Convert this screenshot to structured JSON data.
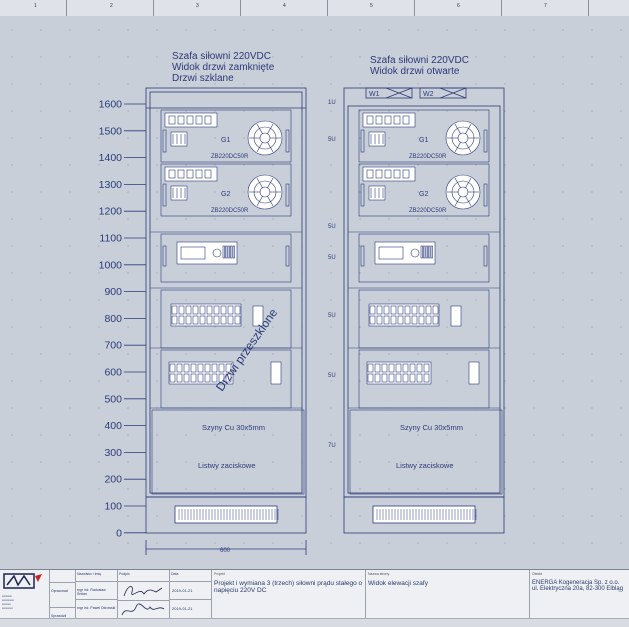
{
  "left_cabinet": {
    "title_line1": "Szafa siłowni 220VDC",
    "title_line2": "Widok drzwi zamknięte",
    "title_line3": "Drzwi szklane",
    "glass_label": "Drzwi przeszklone",
    "width_label": "600"
  },
  "right_cabinet": {
    "title_line1": "Szafa siłowni 220VDC",
    "title_line2": "Widok drzwi otwarte",
    "fan_w1": "W1",
    "fan_w2": "W2"
  },
  "modules": {
    "g1": "G1",
    "g2": "G2",
    "rectifier_model": "ZB220DC50R",
    "busbar": "Szyny Cu 30x5mm",
    "terminals": "Listwy zaciskowe"
  },
  "height_scale": [
    "1600",
    "1500",
    "1400",
    "1300",
    "1200",
    "1100",
    "1000",
    "900",
    "800",
    "700",
    "600",
    "500",
    "400",
    "300",
    "200",
    "100",
    "0"
  ],
  "unit_labels": [
    "1U",
    "5U",
    "5U",
    "5U",
    "5U",
    "5U",
    "7U"
  ],
  "ruler_numbers": [
    "1",
    "2",
    "3",
    "4",
    "5",
    "6",
    "7"
  ],
  "title_block": {
    "role_label_1": "Opracował",
    "role_label_2": "Sprawdził",
    "col_name": "Nazwisko i imię",
    "col_sign": "Podpis",
    "col_date": "Data",
    "author": "mgr inż. Radosław Śnitan",
    "checker": "mgr inż. Paweł Okrowski",
    "date1": "2019-01-21",
    "date2": "2019-01-21",
    "project_label": "Projekt",
    "project_text_1": "Projekt i wymiana 3 (trzech) siłowni prądu stałego o",
    "project_text_2": "napięciu 220V DC",
    "drawing_label": "Nazwa strony",
    "drawing_text": "Widok elewacji szafy",
    "client_label": "Obiekt",
    "client_text_1": "ENERGA Kogeneracja Sp. z o.o.",
    "client_text_2": "ul. Elektryczna 20a, 82-300 Elbląg"
  },
  "colors": {
    "line": "#2b3a7a",
    "bg": "#c9cfd8"
  }
}
